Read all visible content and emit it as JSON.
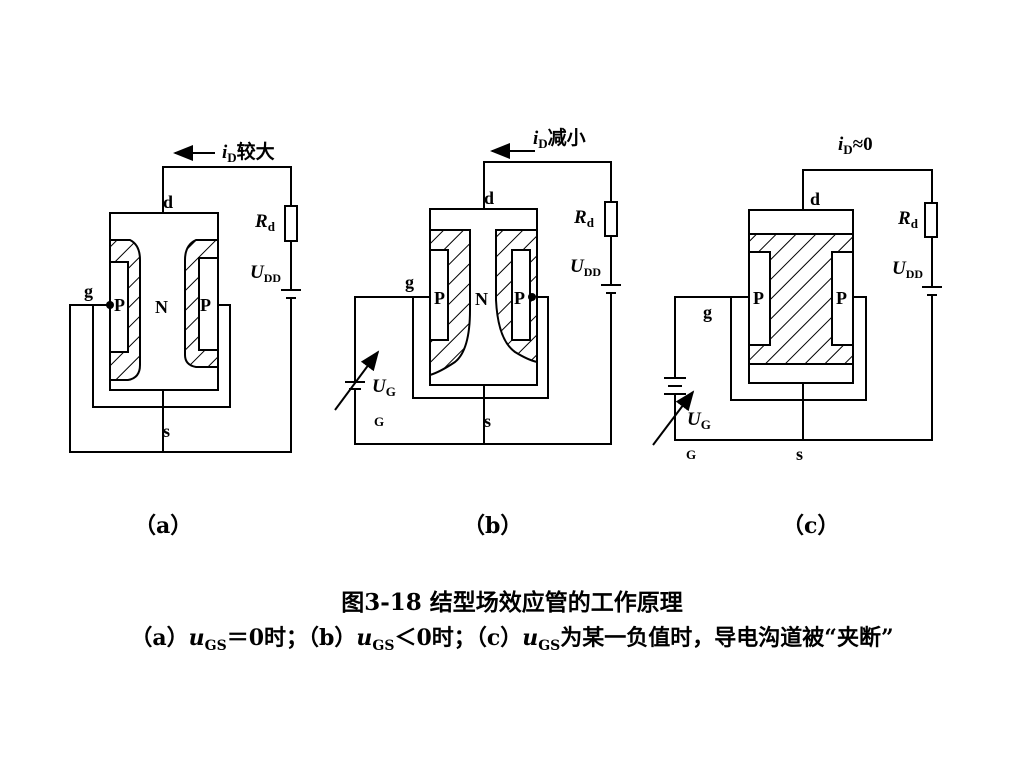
{
  "colors": {
    "ink": "#000000",
    "background": "#ffffff"
  },
  "panels": [
    {
      "id": "a",
      "current": {
        "symbol": "i",
        "sub": "D",
        "desc": "较大"
      },
      "labels": {
        "drain": "d",
        "gate": "g",
        "source": "s",
        "channel": "N",
        "p_left": "P",
        "p_right": "P",
        "rd": "R",
        "rd_sub": "d",
        "udd": "U",
        "udd_sub": "DD"
      },
      "caption": "（a）"
    },
    {
      "id": "b",
      "current": {
        "symbol": "i",
        "sub": "D",
        "desc": "减小"
      },
      "labels": {
        "drain": "d",
        "gate": "g",
        "source": "s",
        "channel": "N",
        "p_left": "P",
        "p_right": "P",
        "rd": "R",
        "rd_sub": "d",
        "udd": "U",
        "udd_sub": "DD",
        "ug": "U",
        "ug_sub": "G",
        "ground": "G"
      },
      "caption": "（b）"
    },
    {
      "id": "c",
      "current": {
        "symbol": "i",
        "sub": "D",
        "desc": "≈0"
      },
      "labels": {
        "drain": "d",
        "gate": "g",
        "source": "s",
        "p_left": "P",
        "p_right": "P",
        "rd": "R",
        "rd_sub": "d",
        "udd": "U",
        "udd_sub": "DD",
        "ug": "U",
        "ug_sub": "G",
        "ground": "G"
      },
      "caption": "（c）"
    }
  ],
  "figure_title": "图3-18  结型场效应管的工作原理",
  "figure_caption": {
    "a_open": "（a）",
    "a_var": "u",
    "a_sub": "GS",
    "a_cond": "＝0时；",
    "b_open": "（b）",
    "b_var": "u",
    "b_sub": "GS",
    "b_cond": "＜0时；",
    "c_open": "（c）",
    "c_var": "u",
    "c_sub": "GS",
    "c_cond": "为某一负值时，导电沟道被“夹断”"
  }
}
